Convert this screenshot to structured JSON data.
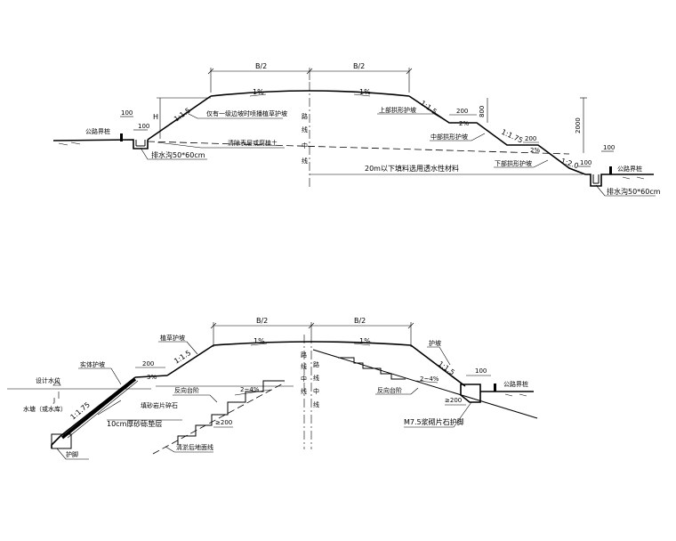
{
  "top_section": {
    "half_width_left": "B/2",
    "half_width_right": "B/2",
    "crossfall_left": "1%",
    "crossfall_right": "1%",
    "slope_left": "1:1.5",
    "slope_right_upper": "1:1.5",
    "slope_right_middle": "1:1.75",
    "slope_right_lower": "1:2.0",
    "height_label": "H",
    "dim_100_left": "100",
    "dim_100_ditch": "100",
    "dim_100_right": "100",
    "dim_200_upper": "200",
    "dim_800": "800",
    "dim_2000": "2000",
    "dim_200_lower": "200",
    "berm_slope_upper": "2%",
    "berm_slope_lower": "2%",
    "boundary_marker_left": "公路界桩",
    "boundary_marker_right": "公路界桩",
    "ditch_left": "排水沟50*60cm",
    "ditch_right": "排水沟50*60cm",
    "note_left_protection": "仅有一级边坡时喷播植草护坡",
    "note_topsoil": "清除表层或腐植土",
    "note_upper_protection": "上部拱形护坡",
    "note_middle_protection": "中部拱形护坡",
    "note_lower_protection": "下部拱形护坡",
    "note_fill_material": "20m以下填料选用透水性材料",
    "centerline_chars": [
      "路",
      "线",
      "中",
      "线"
    ]
  },
  "bottom_section": {
    "half_width_left": "B/2",
    "half_width_right": "B/2",
    "crossfall_left": "1%",
    "crossfall_right": "1%",
    "slope_left_upper": "1:1.5",
    "slope_left_lower": "1:1.75",
    "slope_right": "1:1.5",
    "dim_200_berm": "200",
    "berm_slope": "3%",
    "dim_100": "100",
    "dim_200_step_left": "≥200",
    "dim_200_step_right": "≥200",
    "step_slope_left": "2~4%",
    "step_slope_right": "2~4%",
    "note_grass_protection": "植草护坡",
    "note_solid_protection": "实体护坡",
    "note_design_water": "设计水位",
    "water_mark": "J",
    "note_water_pond": "水塘（或水库）",
    "note_gravel": "填砂岩片碎石",
    "note_sand_cushion": "10cm厚砂砾垫层",
    "note_reverse_step_left": "反向台阶",
    "note_reverse_step_right": "反向台阶",
    "note_clearing": "清淤后地面线",
    "note_toe": "护脚",
    "note_right_slope_protection": "护坡",
    "note_masonry": "M7.5浆砌片石护脚",
    "boundary_marker": "公路界桩",
    "centerline_chars_a": [
      "路",
      "线",
      "中",
      "线"
    ],
    "centerline_chars_b": [
      "路",
      "线",
      "中",
      "线"
    ]
  }
}
